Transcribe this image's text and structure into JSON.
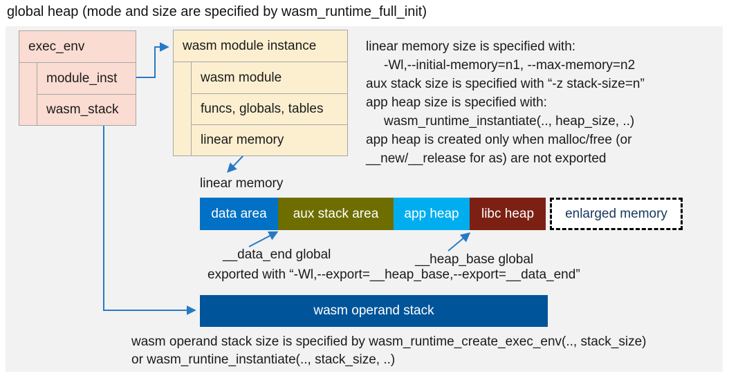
{
  "title": "global heap (mode and size are specified by wasm_runtime_full_init)",
  "exec_env": {
    "header": "exec_env",
    "rows": [
      "module_inst",
      "wasm_stack"
    ],
    "fill_color": "#FADCD2"
  },
  "module_instance": {
    "header": "wasm module instance",
    "rows": [
      "wasm module",
      "funcs, globals, tables",
      "linear memory"
    ],
    "fill_color": "#FCEFD0"
  },
  "notes": {
    "lines": [
      "linear memory size is specified with:",
      "-Wl,--initial-memory=n1, --max-memory=n2",
      "aux stack size is specified with “-z stack-size=n”",
      "app heap size is specified with:",
      "wasm_runtime_instantiate(.., heap_size, ..)",
      "app heap is created only when malloc/free (or",
      "__new/__release for as) are not exported"
    ]
  },
  "linear_memory": {
    "label": "linear memory",
    "segments": [
      {
        "label": "data area",
        "color": "#0071C5"
      },
      {
        "label": "aux stack area",
        "color": "#6E6E00"
      },
      {
        "label": "app heap",
        "color": "#00AEEF"
      },
      {
        "label": "libc heap",
        "color": "#7C2014"
      }
    ],
    "enlarged": {
      "label": "enlarged memory",
      "text_color": "#17375E",
      "border": "dashed-black"
    }
  },
  "annotations": {
    "data_end": "__data_end global",
    "heap_base": "__heap_base global",
    "exported": "exported with “-Wl,--export=__heap_base,--export=__data_end”"
  },
  "operand_stack": {
    "label": "wasm operand stack",
    "color": "#005499"
  },
  "footer": {
    "lines": [
      "wasm operand stack size is specified by wasm_runtime_create_exec_env(.., stack_size)",
      "or wasm_runtine_instantiate(.., stack_size, ..)"
    ]
  },
  "style": {
    "canvas_bg": "#F2F2F2",
    "arrow_color": "#2779C4",
    "box_border": "#A6A6A6"
  }
}
